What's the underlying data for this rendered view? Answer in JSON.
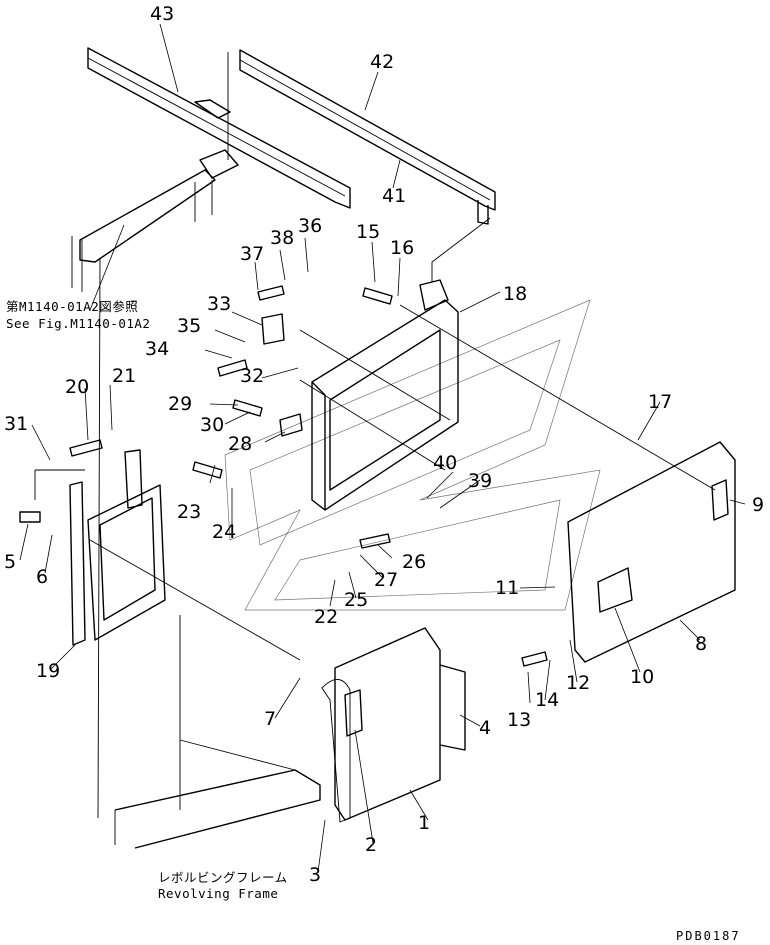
{
  "callouts": [
    "1",
    "2",
    "3",
    "4",
    "5",
    "6",
    "7",
    "8",
    "9",
    "10",
    "11",
    "12",
    "13",
    "14",
    "15",
    "16",
    "17",
    "18",
    "19",
    "20",
    "21",
    "22",
    "23",
    "24",
    "25",
    "26",
    "27",
    "28",
    "29",
    "30",
    "31",
    "32",
    "33",
    "34",
    "35",
    "36",
    "37",
    "38",
    "39",
    "40",
    "41",
    "42",
    "43"
  ],
  "notes": {
    "ref_jp": "第M1140-01A2図参照",
    "ref_en": "See Fig.M1140-01A2",
    "frame_jp": "レボルビングフレーム",
    "frame_en": "Revolving Frame"
  },
  "drawing_code": "PDB0187"
}
